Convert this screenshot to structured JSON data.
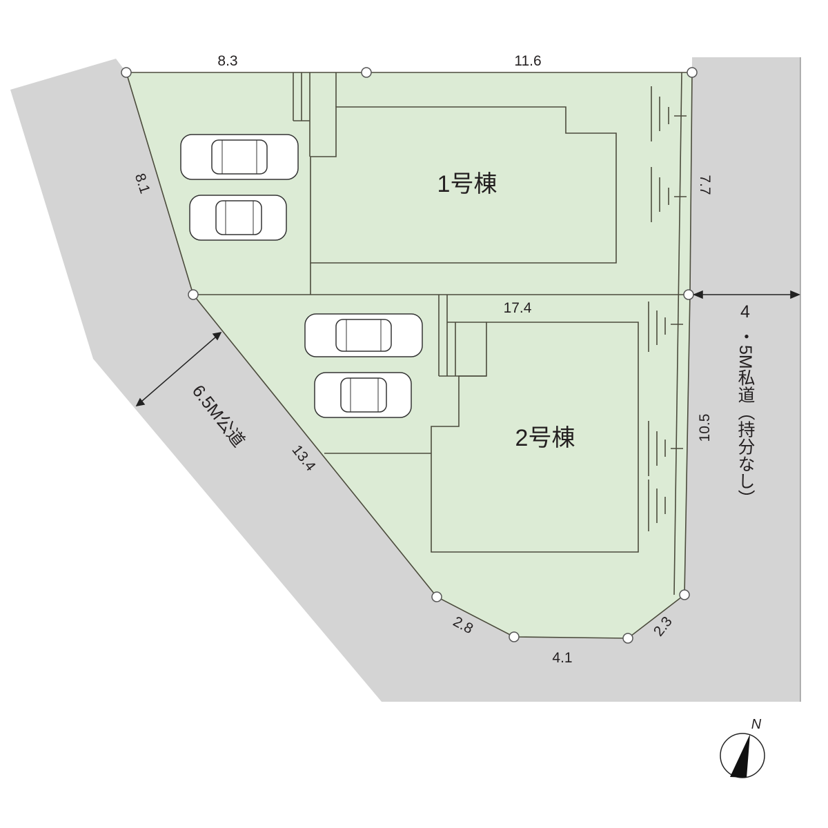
{
  "buildings": {
    "b1": "1号棟",
    "b2": "2号棟"
  },
  "dimensions": {
    "top_left": "8.3",
    "top_right": "11.6",
    "left_upper": "8.1",
    "right_upper": "7.7",
    "divider": "17.4",
    "right_lower": "10.5",
    "diagonal": "13.4",
    "bottom_a": "2.8",
    "bottom_b": "4.1",
    "bottom_c": "2.3",
    "private_road_width": "4"
  },
  "roads": {
    "public": "6.5M公道",
    "private": "・5M私道（持分なし）"
  },
  "compass": {
    "north": "N"
  },
  "colors": {
    "lot": "#dcebd5",
    "road": "#d4d4d4",
    "line": "#4b4b3c"
  }
}
